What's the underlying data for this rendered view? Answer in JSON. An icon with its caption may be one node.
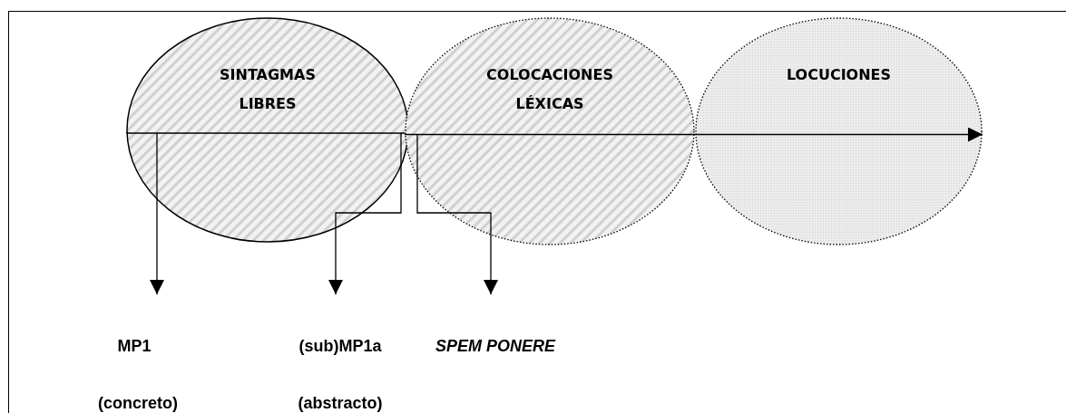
{
  "diagram": {
    "nodes": [
      {
        "text": [
          "SINTAGMAS LIBRES"
        ]
      },
      {
        "text": [
          "COLOCACIONES LÉXICAS"
        ]
      },
      {
        "text": [
          "LOCUCIONES"
        ]
      },
      {
        "text": [
          "MP1",
          "(concreto)"
        ]
      },
      {
        "text": [
          "(sub)MP1a",
          "(abstracto)"
        ]
      },
      {
        "text": [
          "SPEM PONERE"
        ]
      }
    ],
    "edges": [
      {
        "from": 0,
        "to": 3,
        "arrow": "to"
      },
      {
        "from": 0,
        "to": 4,
        "arrow": "to"
      },
      {
        "from": 1,
        "to": 5,
        "arrow": "to"
      },
      {
        "from": 0,
        "to": 1,
        "arrow": "none"
      },
      {
        "from": 1,
        "to": 2,
        "arrow": "to"
      }
    ]
  }
}
